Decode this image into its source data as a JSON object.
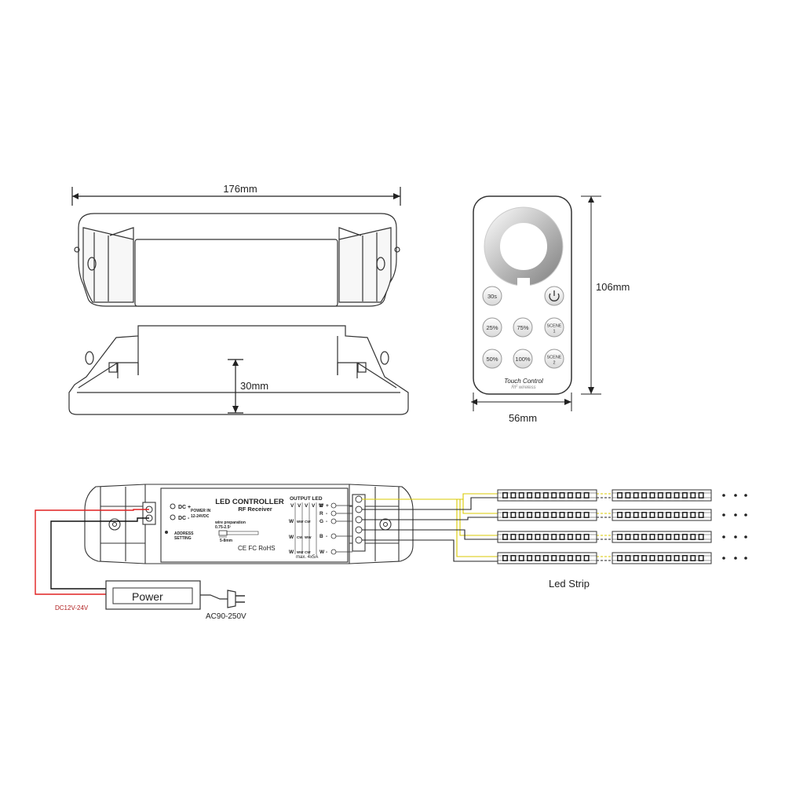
{
  "dimensions": {
    "controller_length": "176mm",
    "controller_height": "30mm",
    "remote_height": "106mm",
    "remote_width": "56mm"
  },
  "remote": {
    "buttons": [
      "30s",
      "25%",
      "75%",
      "SCENE\n1",
      "50%",
      "100%",
      "SCENE\n2"
    ],
    "brand": "Touch Control",
    "subbrand": "RF wireless"
  },
  "controller": {
    "title": "LED CONTROLLER",
    "subtitle": "RF Receiver",
    "dc_plus": "DC +",
    "dc_minus": "DC -",
    "power_in": "POWER IN",
    "power_voltage": "12-24VDC",
    "address": "ADDRESS",
    "setting": "SETTING",
    "wire_prep": "wire preparation",
    "wire_gauge": "0.75-2.5²",
    "strip_len": "5-8mm",
    "cert": "CE FC RoHS",
    "output_label": "OUTPUT LED",
    "max_current": "max. 4x5A",
    "v_labels": [
      "V",
      "V",
      "V",
      "V"
    ],
    "channel_labels": [
      "W",
      "W",
      "W",
      "W"
    ],
    "ww_labels": [
      "WW",
      "CW",
      "WW",
      "CW"
    ],
    "rgbw": [
      "V",
      "R",
      "G",
      "B",
      "W"
    ],
    "signs": [
      "+",
      "-",
      "-",
      "-",
      "-"
    ]
  },
  "power_supply": {
    "label": "Power",
    "dc_output": "DC12V-24V",
    "ac_input": "AC90-250V"
  },
  "led_strip_label": "Led Strip"
}
